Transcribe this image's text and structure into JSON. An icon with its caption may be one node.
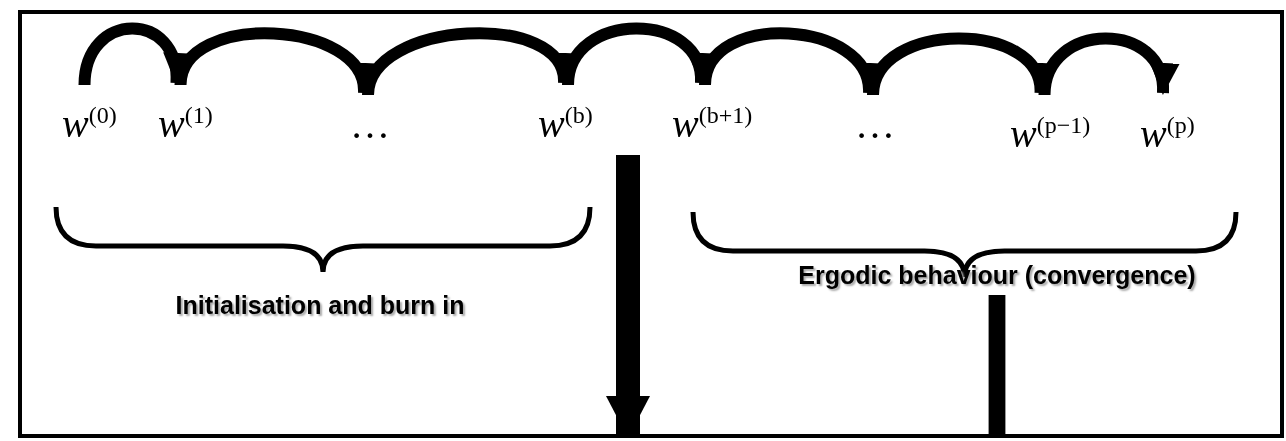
{
  "diagram": {
    "nodes": [
      {
        "text": [
          "*w*$^{(0)}$"
        ]
      },
      {
        "text": [
          "*w*$^{(1)}$"
        ]
      },
      {
        "text": [
          "…"
        ]
      },
      {
        "text": [
          "*w*$^{(b)}$"
        ]
      },
      {
        "text": [
          "*w*$^{(b+1)}$"
        ]
      },
      {
        "text": [
          "…"
        ]
      },
      {
        "text": [
          "*w*$^{(p−1)}$"
        ]
      },
      {
        "text": [
          "*w*$^{(p)}$"
        ]
      },
      {
        "text": [
          "Ergodic behaviour (convergence)"
        ]
      }
    ],
    "edges": [
      {
        "from": 0,
        "to": 1,
        "arrow": "to"
      },
      {
        "from": 1,
        "to": 2,
        "arrow": "to"
      },
      {
        "from": 2,
        "to": 3,
        "arrow": "to"
      },
      {
        "from": 3,
        "to": 4,
        "arrow": "to"
      },
      {
        "from": 4,
        "to": 5,
        "arrow": "to"
      },
      {
        "from": 5,
        "to": 6,
        "arrow": "to"
      },
      {
        "from": 6,
        "to": 7,
        "arrow": "to"
      },
      {
        "from": 3,
        "to": null,
        "arrow": "to",
        "style": "thick"
      },
      {
        "from": 8,
        "to": null,
        "arrow": "none"
      }
    ],
    "labels": [
      "Initialisation and burn in"
    ]
  }
}
